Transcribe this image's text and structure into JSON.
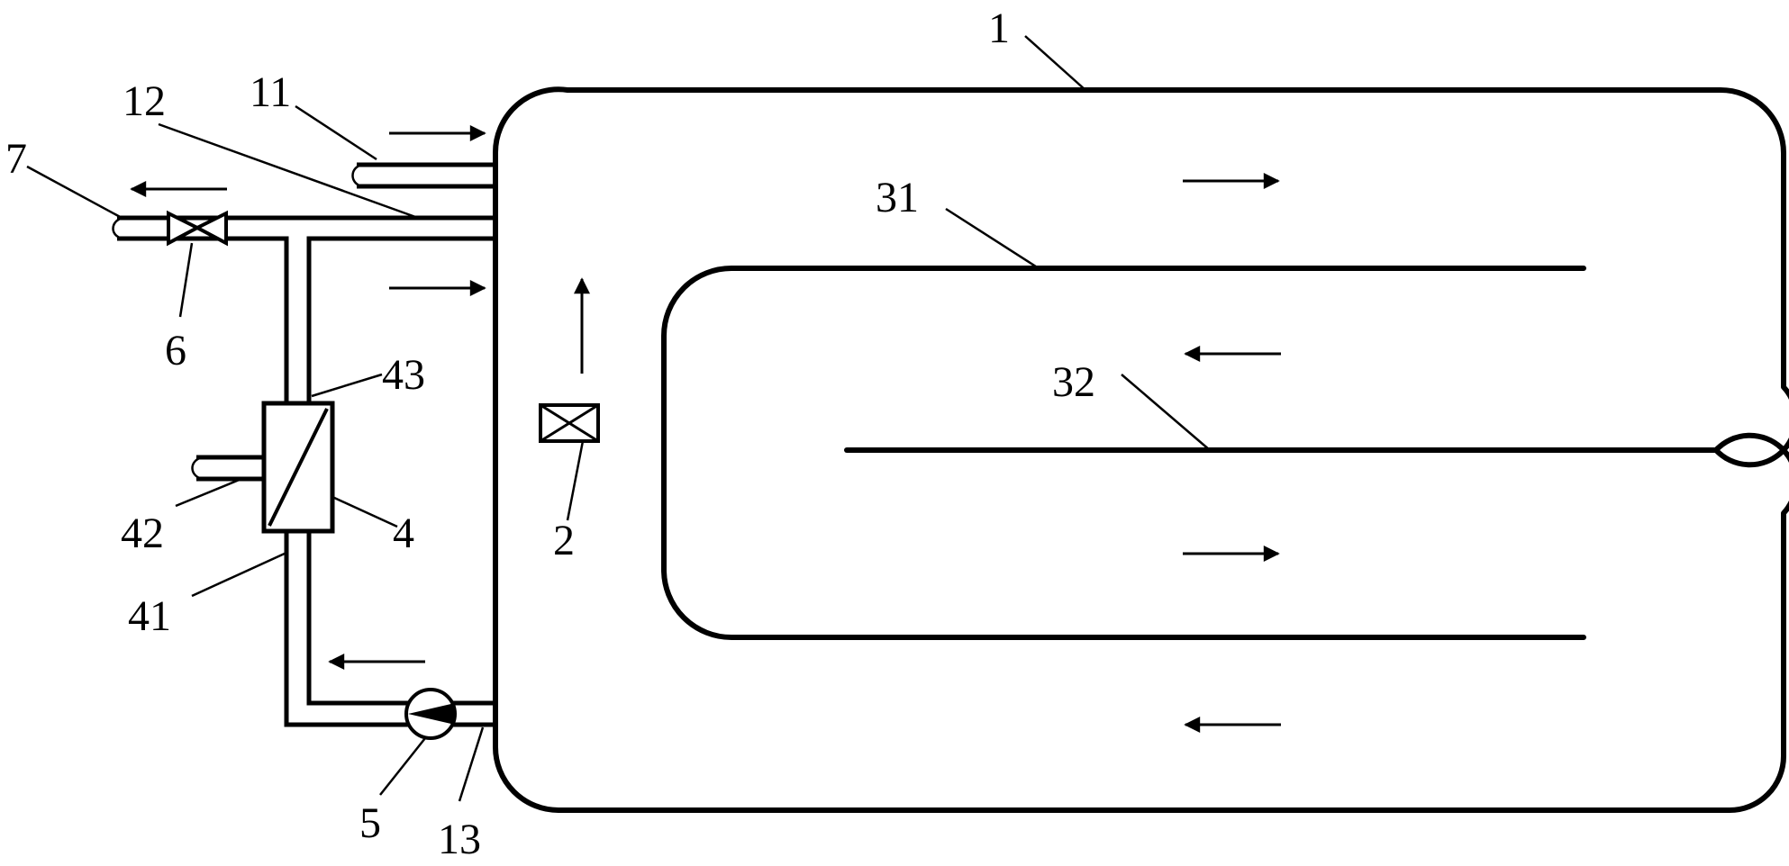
{
  "labels": {
    "l1": "1",
    "l2": "2",
    "l4": "4",
    "l5": "5",
    "l6": "6",
    "l7": "7",
    "l11": "11",
    "l12": "12",
    "l13": "13",
    "l31": "31",
    "l32": "32",
    "l41": "41",
    "l42": "42",
    "l43": "43"
  }
}
